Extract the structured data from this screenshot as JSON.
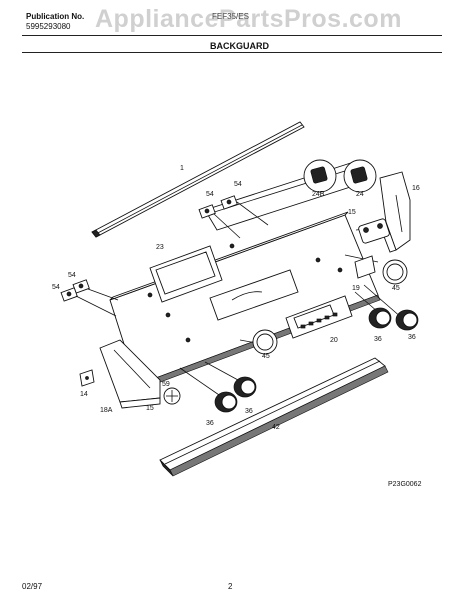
{
  "header": {
    "publication_label": "Publication No.",
    "publication_number": "5995293080",
    "model": "FEF35/ES",
    "section_title": "BACKGUARD"
  },
  "watermark": "AppliancePartsPros.com",
  "diagram_code": "P23G0062",
  "part_labels": {
    "p1": "1",
    "p54a": "54",
    "p54b": "54",
    "p54c": "54",
    "p54d": "54",
    "p24b": "24B",
    "p24": "24",
    "p16": "16",
    "p15a": "15",
    "p23": "23",
    "p19": "19",
    "p45a": "45",
    "p45b": "45",
    "p20": "20",
    "p36a": "36",
    "p36b": "36",
    "p36c": "36",
    "p36d": "36",
    "p14": "14",
    "p18a": "18A",
    "p15b": "15",
    "p59": "59",
    "p42": "42"
  },
  "footer": {
    "date": "02/97",
    "page": "2"
  }
}
